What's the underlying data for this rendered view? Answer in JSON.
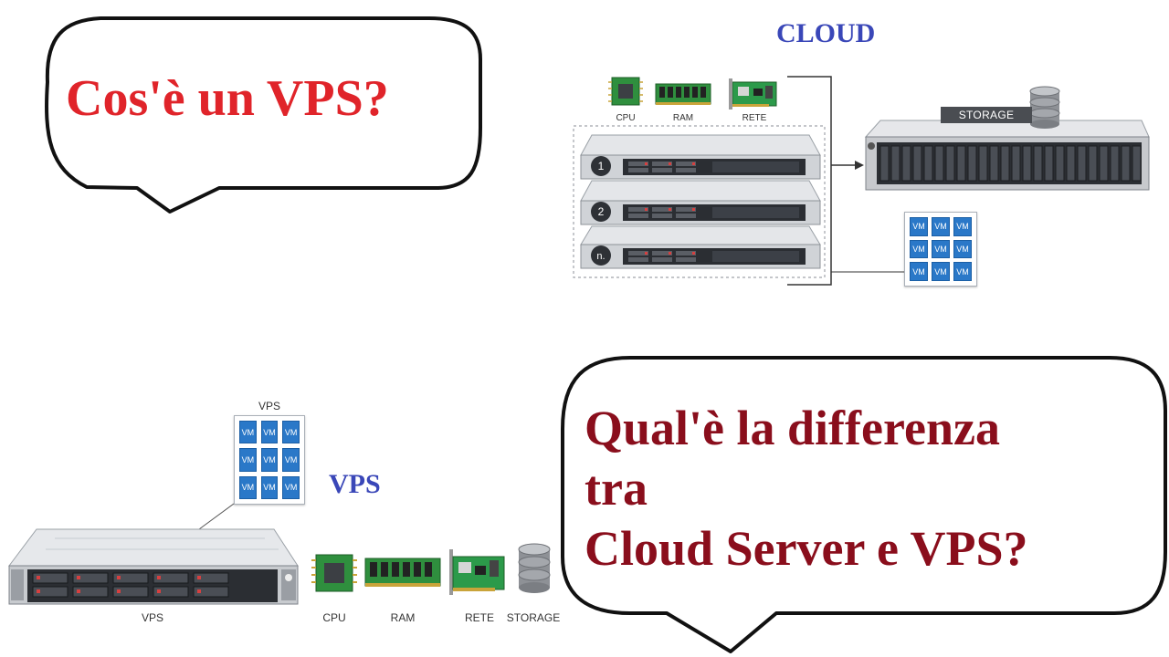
{
  "bubbles": {
    "top_left": {
      "text": "Cos'è un VPS?"
    },
    "bottom_right": {
      "lines": [
        "Qual'è la differenza",
        "tra",
        "Cloud Server e VPS?"
      ]
    }
  },
  "cloud": {
    "title": "CLOUD",
    "components": {
      "cpu": "CPU",
      "ram": "RAM",
      "rete": "RETE"
    },
    "servers": [
      "1",
      "2",
      "n."
    ],
    "storage_label": "STORAGE",
    "vm_label": "VM"
  },
  "vps": {
    "title": "VPS",
    "grid_label": "VPS",
    "server_label": "VPS",
    "vm_label": "VM",
    "components": {
      "cpu": "CPU",
      "ram": "RAM",
      "rete": "RETE",
      "storage": "STORAGE"
    }
  },
  "colors": {
    "question_red": "#e0242a",
    "question_dark_red": "#8a0e1c",
    "heading_blue": "#3a47b8",
    "vm_blue": "#2a78c8"
  }
}
